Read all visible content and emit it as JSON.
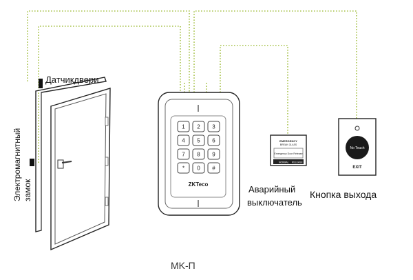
{
  "labels": {
    "door_sensor": "Датчикдвери",
    "em_lock_line1": "Электромагнитный",
    "em_lock_line2": "замок",
    "emergency_switch_line1": "Аварийный",
    "emergency_switch_line2": "выключатель",
    "exit_button": "Кнопка выхода",
    "model_caption": "MK-П"
  },
  "keypad": {
    "brand": "ZKTeco",
    "keys": [
      "1",
      "2",
      "3",
      "4",
      "5",
      "6",
      "7",
      "8",
      "9",
      "*",
      "0",
      "#"
    ]
  },
  "emergency_switch_device": {
    "header": "EMERGENCY",
    "subheader": "BREAK GLASS",
    "footer": "Emergency Door Release",
    "left_tag": "NORMAL",
    "right_tag": "RELEASE"
  },
  "exit_button_device": {
    "button_text": "No Touch",
    "caption": "EXIT"
  },
  "colors": {
    "wire": "#a7c24a",
    "outline": "#222222",
    "background": "#ffffff"
  }
}
